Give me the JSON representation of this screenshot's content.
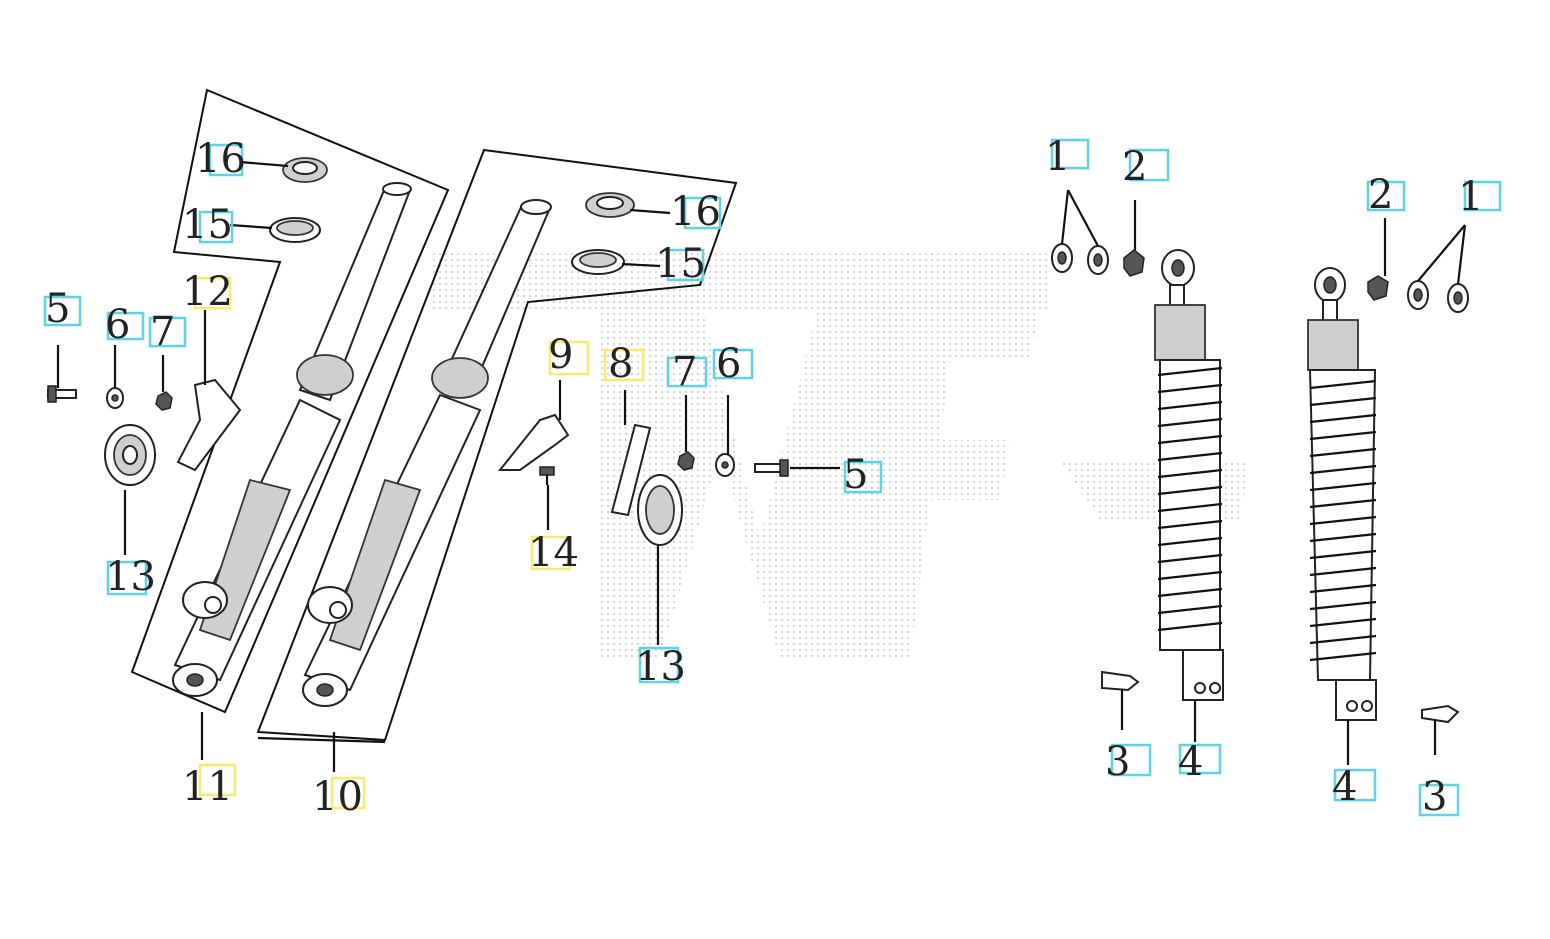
{
  "callouts": {
    "c16a": "16",
    "c15a": "15",
    "c12": "12",
    "c5a": "5",
    "c6a": "6",
    "c7a": "7",
    "c13a": "13",
    "c11": "11",
    "c10": "10",
    "c16b": "16",
    "c15b": "15",
    "c9": "9",
    "c8": "8",
    "c7b": "7",
    "c6b": "6",
    "c5b": "5",
    "c14": "14",
    "c13b": "13",
    "c1a": "1",
    "c2a": "2",
    "c3a": "3",
    "c4a": "4",
    "c2b": "2",
    "c1b": "1",
    "c4b": "4",
    "c3b": "3"
  },
  "colors": {
    "hotspot_cyan": "#5fd3e6",
    "hotspot_yellow": "#ffe870",
    "line": "#111111"
  }
}
